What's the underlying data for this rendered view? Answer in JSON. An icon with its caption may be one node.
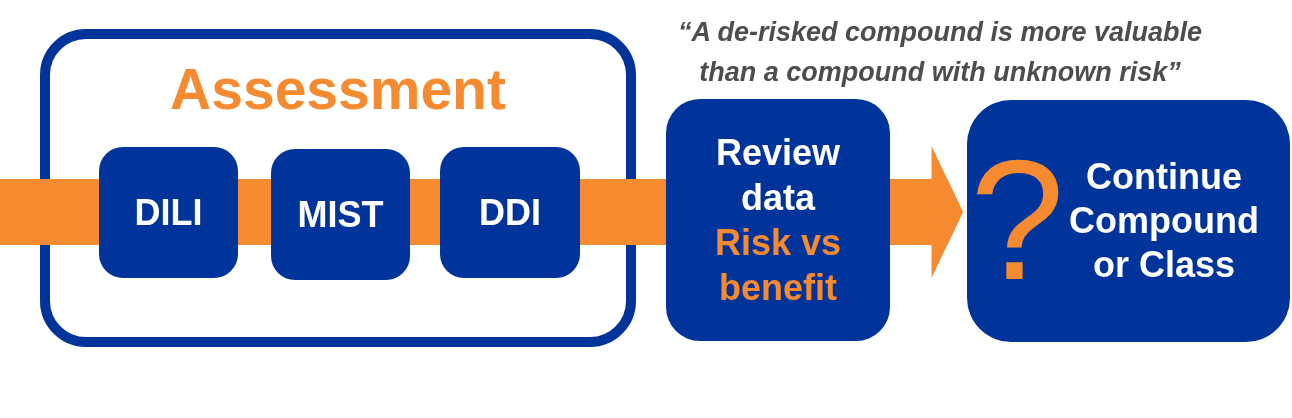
{
  "diagram": {
    "nodes": [
      {
        "text": [
          "Assessment"
        ]
      },
      {
        "text": [
          "DILI"
        ],
        "in": 0
      },
      {
        "text": [
          "MIST"
        ],
        "in": 0
      },
      {
        "text": [
          "DDI"
        ],
        "in": 0
      },
      {
        "text": [
          "Review data",
          "Risk vs benefit"
        ]
      },
      {
        "text": [
          "?",
          "Continue Compound or Class"
        ]
      }
    ],
    "edges": [
      {
        "from": null,
        "to": 1,
        "arrow": "none"
      },
      {
        "from": 1,
        "to": 2,
        "arrow": "none"
      },
      {
        "from": 2,
        "to": 3,
        "arrow": "none"
      },
      {
        "from": 3,
        "to": 4,
        "arrow": "none"
      },
      {
        "from": 4,
        "to": 5,
        "arrow": "to"
      }
    ],
    "labels": [
      "“A de-risked compound is more valuable than a compound with unknown risk”"
    ]
  }
}
